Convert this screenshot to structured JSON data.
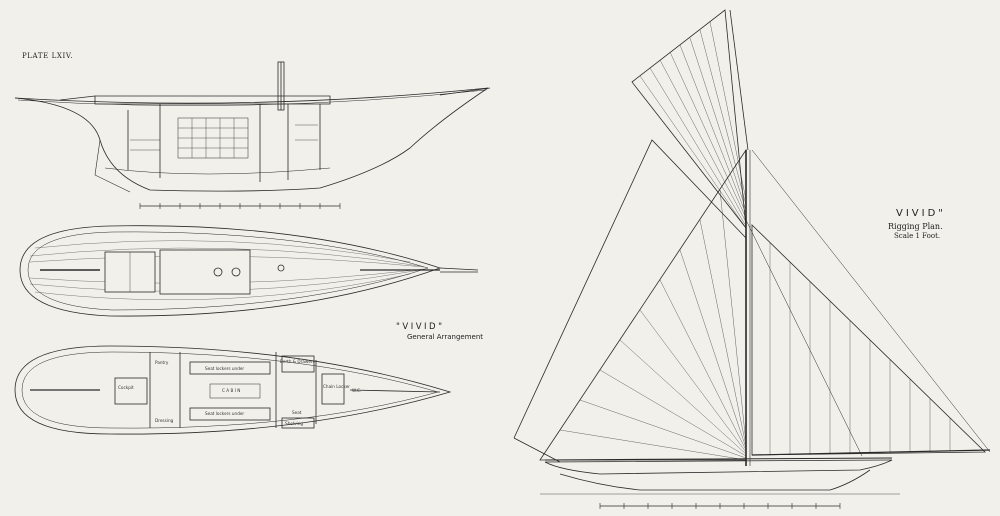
{
  "plate": {
    "label": "PLATE LXIV."
  },
  "general_arrangement": {
    "title": "\"VIVID\"",
    "subtitle": "General Arrangement"
  },
  "rigging_plan": {
    "title": "VIVID\"",
    "subtitle": "Rigging Plan.",
    "scale": "Scale 1 Foot."
  },
  "deck_plan": {
    "labels": {
      "cockpit": "Cockpit",
      "pantry": "Pantry",
      "seat_lockers_under_1": "Seat lockers under",
      "cabin": "C A B I N",
      "seat_lockers_under_2": "Seat lockers under",
      "shelving": "Shelving",
      "dressing": "Dressing",
      "drawers": "Berth & Drawers",
      "seat": "Seat",
      "chain_locker": "Chain Locker",
      "wc": "W.C."
    }
  },
  "colors": {
    "paper": "#f2f0ea",
    "ink": "#2a2a2a"
  }
}
